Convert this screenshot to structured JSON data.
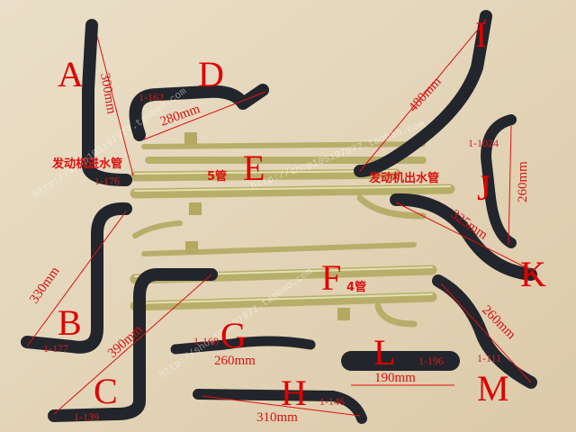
{
  "parts": [
    {
      "letter": "A",
      "length": "300mm",
      "code": "1-176"
    },
    {
      "letter": "B",
      "length": "330mm",
      "code": "1-177"
    },
    {
      "letter": "C",
      "length": "390mm",
      "code": "1-139"
    },
    {
      "letter": "D",
      "length": "280mm",
      "code": "1-162"
    },
    {
      "letter": "E",
      "pipes": "5管"
    },
    {
      "letter": "F",
      "pipes": "4管"
    },
    {
      "letter": "G",
      "length": "260mm",
      "code": "1-168"
    },
    {
      "letter": "H",
      "length": "310mm",
      "code": "1-146"
    },
    {
      "letter": "I",
      "length": "480mm"
    },
    {
      "letter": "J",
      "length": "260mm",
      "code": "1-1024"
    },
    {
      "letter": "K",
      "length": "325mm"
    },
    {
      "letter": "L",
      "length": "190mm",
      "code": "1-196"
    },
    {
      "letter": "M",
      "length": "260mm",
      "code": "1-111"
    }
  ],
  "notes": {
    "inlet": "发动机进水管",
    "outlet": "发动机出水管"
  },
  "watermark": "http://shop105197977.taobao.com"
}
